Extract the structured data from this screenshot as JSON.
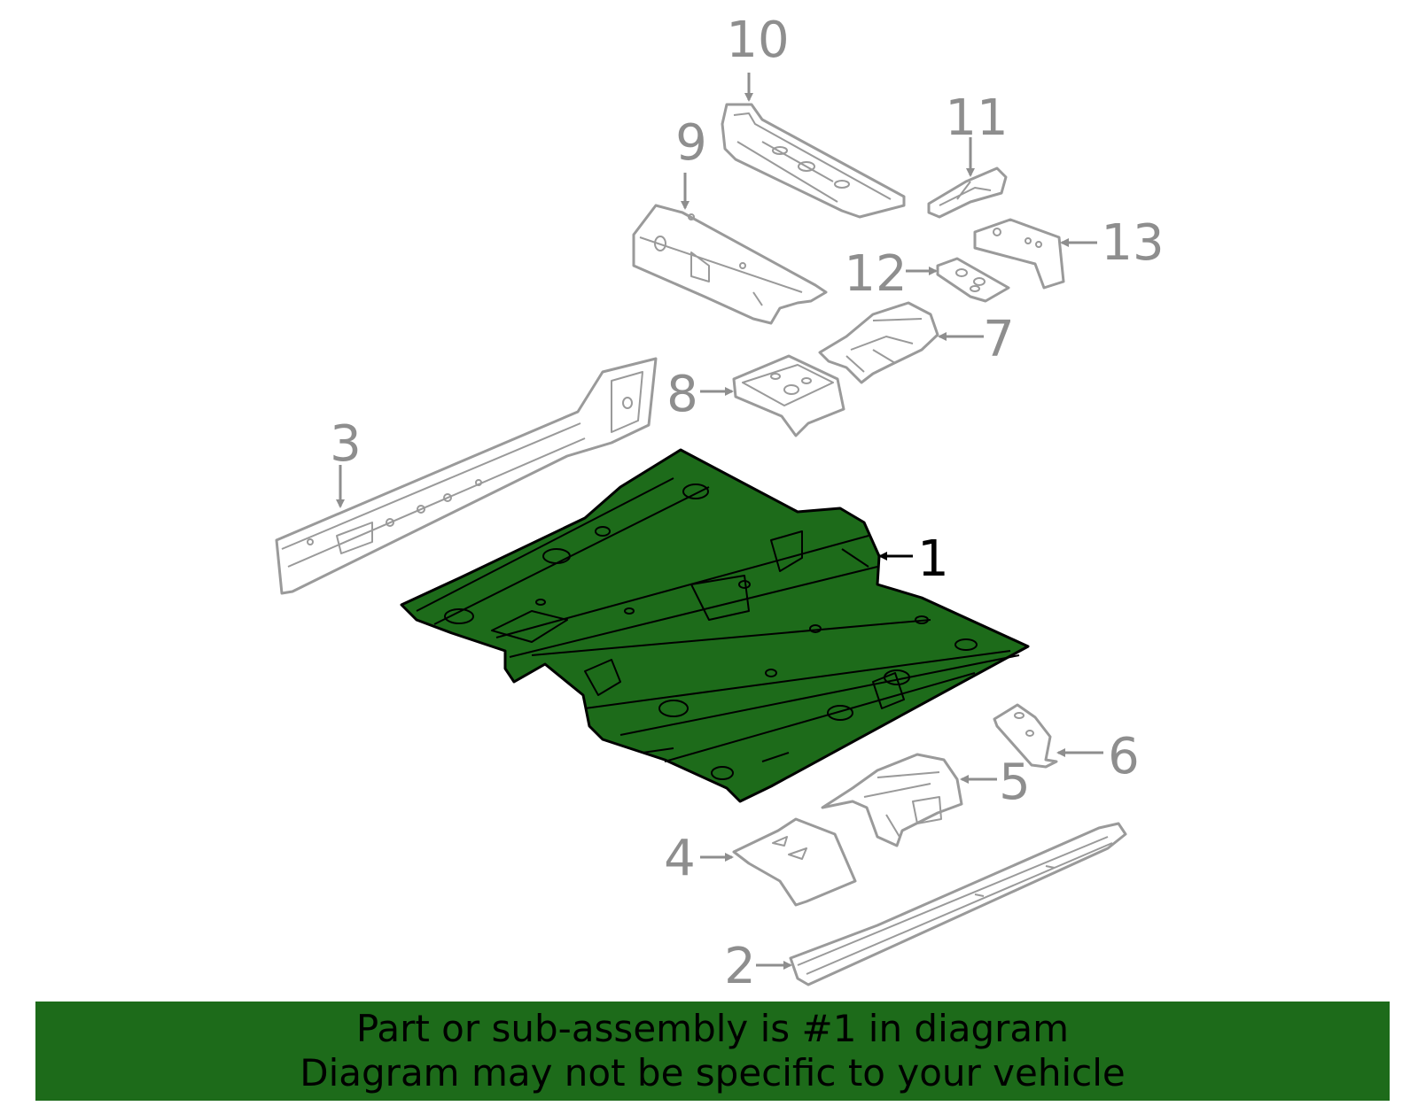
{
  "colors": {
    "highlight": "#1d6b1a",
    "part_stroke": "#9a9a9a",
    "callout_text": "#8e8e8e",
    "banner": "#1d6b1a"
  },
  "callouts": {
    "c1": "1",
    "c2": "2",
    "c3": "3",
    "c4": "4",
    "c5": "5",
    "c6": "6",
    "c7": "7",
    "c8": "8",
    "c9": "9",
    "c10": "10",
    "c11": "11",
    "c12": "12",
    "c13": "13"
  },
  "highlighted_part": "1",
  "banner": {
    "line1": "Part or sub-assembly is #1 in diagram",
    "line2": "Diagram may not be specific to your vehicle"
  }
}
